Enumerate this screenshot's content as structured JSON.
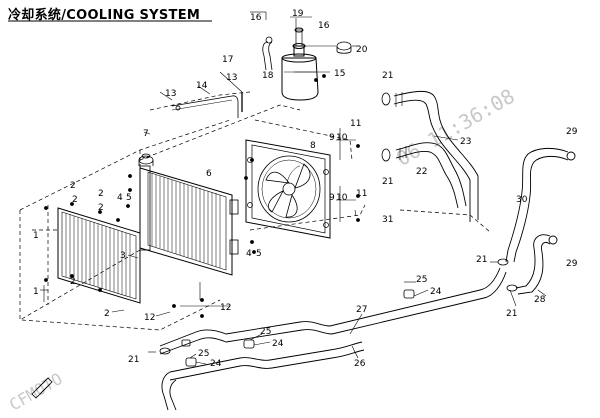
{
  "title": "冷却系统/COOLING SYSTEM",
  "watermark_time": "06 11:36:08",
  "watermark_brand": "CFMOTO",
  "callouts": {
    "c1a": "1",
    "c1b": "1",
    "c2a": "2",
    "c2b": "2",
    "c2c": "2",
    "c2d": "2",
    "c2e": "2",
    "c2f": "2",
    "c3": "3",
    "c4a": "4",
    "c4b": "4",
    "c5a": "5",
    "c5b": "5",
    "c6": "6",
    "c7": "7",
    "c8": "8",
    "c9a": "9",
    "c9b": "9",
    "c10a": "10",
    "c10b": "10",
    "c11a": "11",
    "c11b": "11",
    "c12a": "12",
    "c12b": "12",
    "c13a": "13",
    "c13b": "13",
    "c14": "14",
    "c15": "15",
    "c16a": "16",
    "c16b": "16",
    "c17": "17",
    "c18": "18",
    "c19": "19",
    "c20": "20",
    "c21a": "21",
    "c21b": "21",
    "c21c": "21",
    "c21d": "21",
    "c21e": "21",
    "c22": "22",
    "c23": "23",
    "c24a": "24",
    "c24b": "24",
    "c24c": "24",
    "c25a": "25",
    "c25b": "25",
    "c25c": "25",
    "c26": "26",
    "c27": "27",
    "c28": "28",
    "c29a": "29",
    "c29b": "29",
    "c30": "30",
    "c31": "31"
  },
  "colors": {
    "line": "#000000",
    "watermark": "#c8c8c8"
  }
}
